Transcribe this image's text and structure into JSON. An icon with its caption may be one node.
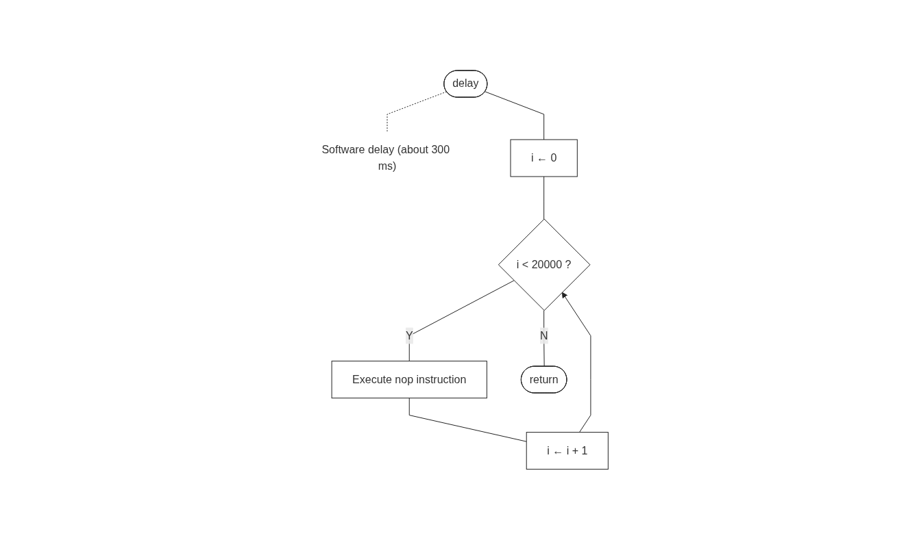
{
  "diagram": {
    "nodes": [
      {
        "text": [
          "delay"
        ]
      },
      {
        "text": [
          "Software delay (about 300 ms)"
        ]
      },
      {
        "text": [
          "i ← 0"
        ]
      },
      {
        "text": [
          "i < 20000 ?"
        ]
      },
      {
        "text": [
          "Execute nop instruction"
        ]
      },
      {
        "text": [
          "i ← i + 1"
        ]
      },
      {
        "text": [
          "return"
        ]
      }
    ],
    "edges": [
      {
        "from": 0,
        "to": 1,
        "arrow": "none",
        "style": "dashed"
      },
      {
        "from": 0,
        "to": 2,
        "arrow": "none"
      },
      {
        "from": 2,
        "to": 3,
        "arrow": "none"
      },
      {
        "from": 3,
        "to": 4,
        "arrow": "none",
        "label": "Y"
      },
      {
        "from": 4,
        "to": 5,
        "arrow": "none"
      },
      {
        "from": 5,
        "to": 3,
        "arrow": "to"
      },
      {
        "from": 3,
        "to": 6,
        "arrow": "none",
        "label": "N"
      }
    ]
  }
}
